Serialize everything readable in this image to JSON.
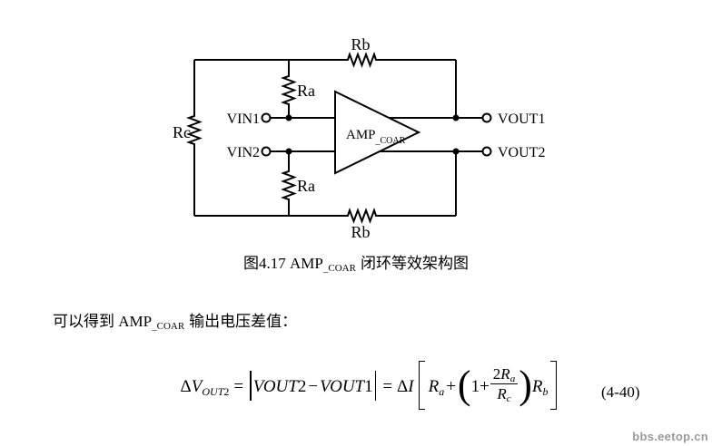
{
  "circuit": {
    "labels": {
      "rb_top": "Rb",
      "rb_bottom": "Rb",
      "ra_top": "Ra",
      "ra_bottom": "Ra",
      "rc": "Rc",
      "vin1": "VIN1",
      "vin2": "VIN2",
      "vout1": "VOUT1",
      "vout2": "VOUT2",
      "amp_name": "AMP",
      "amp_sub": "_COAR"
    }
  },
  "caption": {
    "prefix": "图4.17 AMP",
    "sub": "_COAR",
    "suffix": "闭环等效架构图"
  },
  "body": {
    "prefix": "可以得到 AMP",
    "sub": "_COAR",
    "suffix": "输出电压差值："
  },
  "equation": {
    "delta1": "Δ",
    "v1": "V",
    "v1_sub_word": "OUT",
    "v1_sub_num": "2",
    "equals1": "=",
    "abs1_word": "VOUT",
    "abs1_num": "2",
    "minus": "−",
    "abs2_word": "VOUT",
    "abs2_num": "1",
    "equals2": "=",
    "delta2": "Δ",
    "i_var": "I",
    "lbracket": "[",
    "rbracket": "]",
    "r1": "R",
    "r1_sub": "a",
    "plus1": "+",
    "lparen": "(",
    "one_plus": "1+",
    "frac_num_coef": "2",
    "frac_num_var": "R",
    "frac_num_sub": "a",
    "frac_den_var": "R",
    "frac_den_sub": "c",
    "rparen": ")",
    "r2": "R",
    "r2_sub": "b",
    "number": "(4-40)"
  },
  "watermark": "bbs.eetop.cn",
  "colors": {
    "ink": "#000000",
    "watermark_gray": "#9a9a9a",
    "background": "#ffffff"
  }
}
